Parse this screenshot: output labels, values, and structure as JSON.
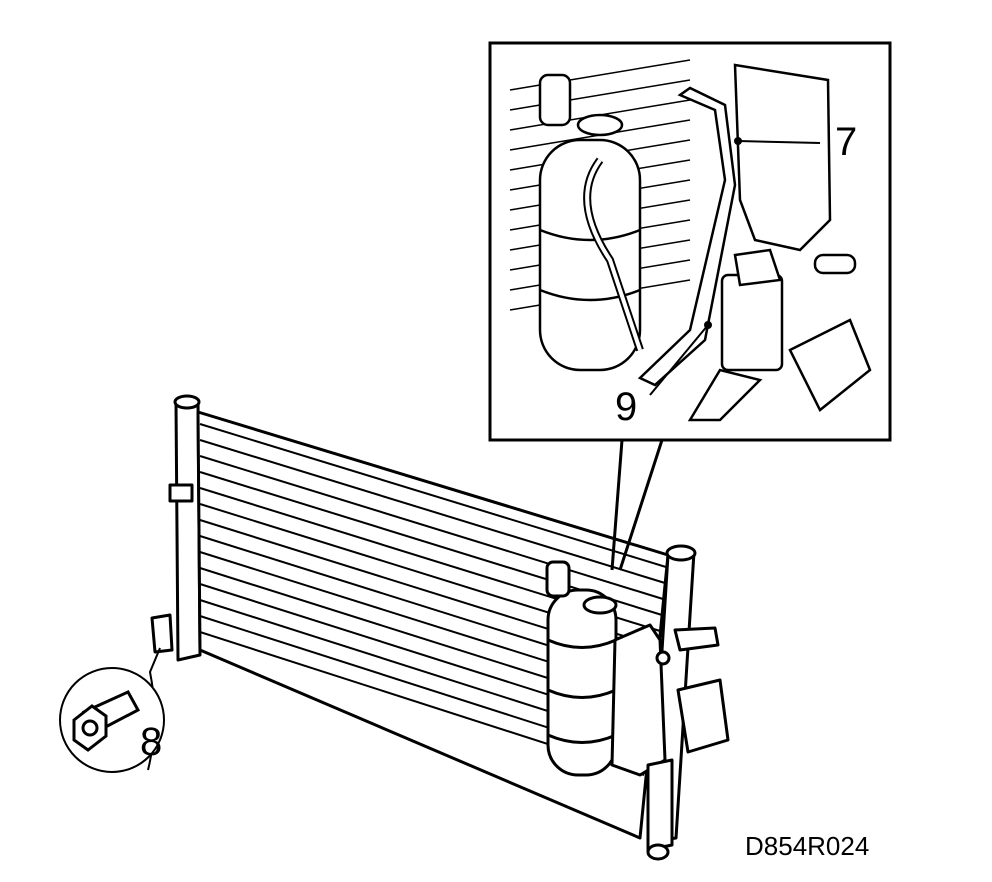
{
  "diagram": {
    "callouts": {
      "bracket": "7",
      "bolt": "8",
      "clip": "9"
    },
    "reference_code": "D854R024",
    "colors": {
      "line": "#000000",
      "background": "#ffffff",
      "fill": "#ffffff"
    }
  }
}
